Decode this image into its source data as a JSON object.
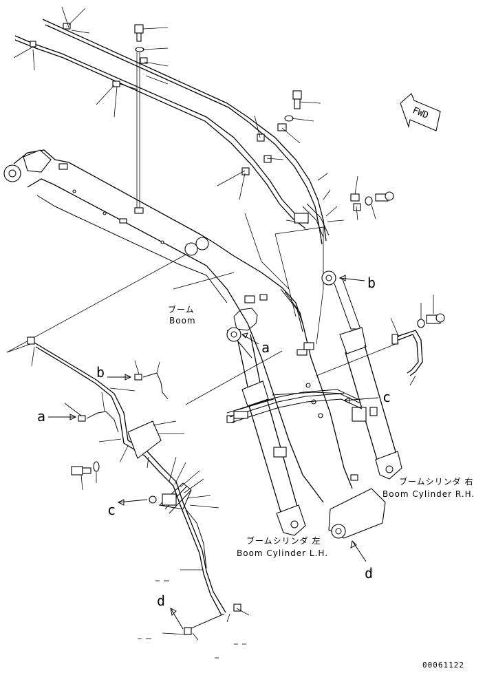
{
  "labels": {
    "boom_jp": "ブーム",
    "boom_en": "Boom",
    "cyl_rh_jp": "ブームシリンダ 右",
    "cyl_rh_en": "Boom Cylinder R.H.",
    "cyl_lh_jp": "ブームシリンダ 左",
    "cyl_lh_en": "Boom Cylinder L.H.",
    "fwd": "FWD",
    "drawing_number": "00061122"
  },
  "callouts": {
    "a_upper": "a",
    "a_lower": "a",
    "b_upper": "b",
    "b_lower": "b",
    "c_right": "c",
    "c_left": "c",
    "d_right": "d",
    "d_left": "d"
  }
}
